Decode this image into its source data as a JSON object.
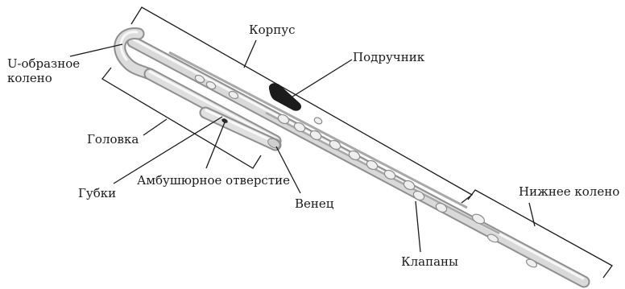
{
  "labels": {
    "body": "Корпус",
    "u_bend": "U-образное колено",
    "thumb_rest": "Подручник",
    "head_joint": "Головка",
    "lip_plate": "Губки",
    "embouchure_hole": "Амбушюрное отверстие",
    "crown": "Венец",
    "foot_joint": "Нижнее колено",
    "keys": "Клапаны"
  },
  "colors": {
    "tube_light": "#f2f2f2",
    "tube_mid": "#c8c8c8",
    "tube_dark": "#8a8a8a",
    "line": "#1a1a1a",
    "thumb_rest": "#1c1c1c"
  }
}
